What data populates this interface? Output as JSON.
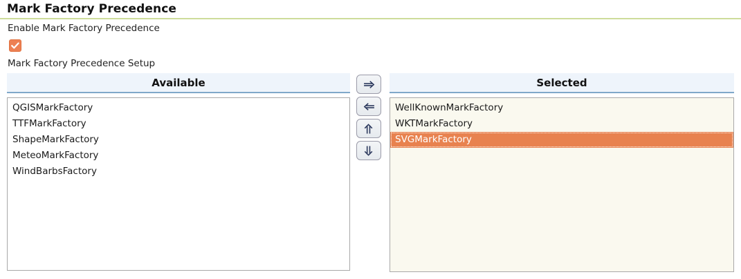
{
  "section": {
    "title": "Mark Factory Precedence",
    "enable_label": "Enable Mark Factory Precedence",
    "enable_checked": true,
    "setup_label": "Mark Factory Precedence Setup"
  },
  "colors": {
    "title_rule": "#cddc9a",
    "header_bg": "#eef4fb",
    "header_border": "#7fa8c9",
    "checkbox_fill": "#ed8053",
    "selection_fill": "#e8824f",
    "selected_panel_bg": "#faf9ef",
    "available_panel_bg": "#ffffff",
    "panel_border": "#a8a8a8"
  },
  "available": {
    "header": "Available",
    "items": [
      "QGISMarkFactory",
      "TTFMarkFactory",
      "ShapeMarkFactory",
      "MeteoMarkFactory",
      "WindBarbsFactory"
    ]
  },
  "selected": {
    "header": "Selected",
    "items": [
      {
        "label": "WellKnownMarkFactory",
        "selected": false
      },
      {
        "label": "WKTMarkFactory",
        "selected": false
      },
      {
        "label": "SVGMarkFactory",
        "selected": true
      }
    ]
  },
  "transfer_buttons": [
    {
      "name": "move-right-button",
      "icon": "arrow-right-icon",
      "glyph": "⇒"
    },
    {
      "name": "move-left-button",
      "icon": "arrow-left-icon",
      "glyph": "⇐"
    },
    {
      "name": "move-up-button",
      "icon": "arrow-up-icon",
      "glyph": "⇑"
    },
    {
      "name": "move-down-button",
      "icon": "arrow-down-icon",
      "glyph": "⇓"
    }
  ]
}
